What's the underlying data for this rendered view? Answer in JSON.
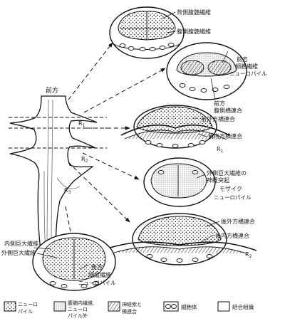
{
  "labels": {
    "front": "前方",
    "dorsal_fibers": "背側腹髄繊維",
    "ventral_fibers": "腹側腹髄繊維",
    "anterior_fine_1": "前方",
    "anterior_fine_2": "細胞繊維",
    "anterior_fine_3": "ニューロパイル",
    "ant_ventral_1": "前方",
    "ant_ventral_2": "腹側横連合",
    "ant_lat_comm": "前外方横連合",
    "ant_med_comm": "前内方横連合",
    "lat_giant_1": "外側巨大繊維の",
    "lat_giant_2": "神経突起",
    "mosaic_1": "モザイク",
    "mosaic_2": "ニューロパイル",
    "post_lat_comm": "後外方横連合",
    "post_med_comm": "後内方横連合",
    "med_giant": "内側巨大繊維",
    "lat_giant": "外側巨大繊維",
    "posterior_1": "後方",
    "posterior_2": "細縦繊維",
    "posterior_3": "ニューロパイル",
    "r1": "R",
    "r1_sub": "1",
    "r2": "R",
    "r2_sub": "2",
    "r3": "R",
    "r3_sub": "3",
    "r1b": "R",
    "r1b_sub": "1",
    "r2b": "R",
    "r2b_sub": "2"
  },
  "legend": {
    "items": [
      {
        "icon": "neuropile-dots-icon",
        "text1": "ニューロ",
        "text2": "パイル"
      },
      {
        "icon": "cord-fibers-icon",
        "text1": "腹髄内繊維,",
        "text2": "ニューロ",
        "text3": "パイル外"
      },
      {
        "icon": "nerve-tract-icon",
        "text1": "神経索と",
        "text2": "横連合"
      },
      {
        "icon": "cell-body-icon",
        "text1": "細胞体"
      },
      {
        "icon": "connective-tissue-icon",
        "text1": "結合組織"
      }
    ]
  }
}
